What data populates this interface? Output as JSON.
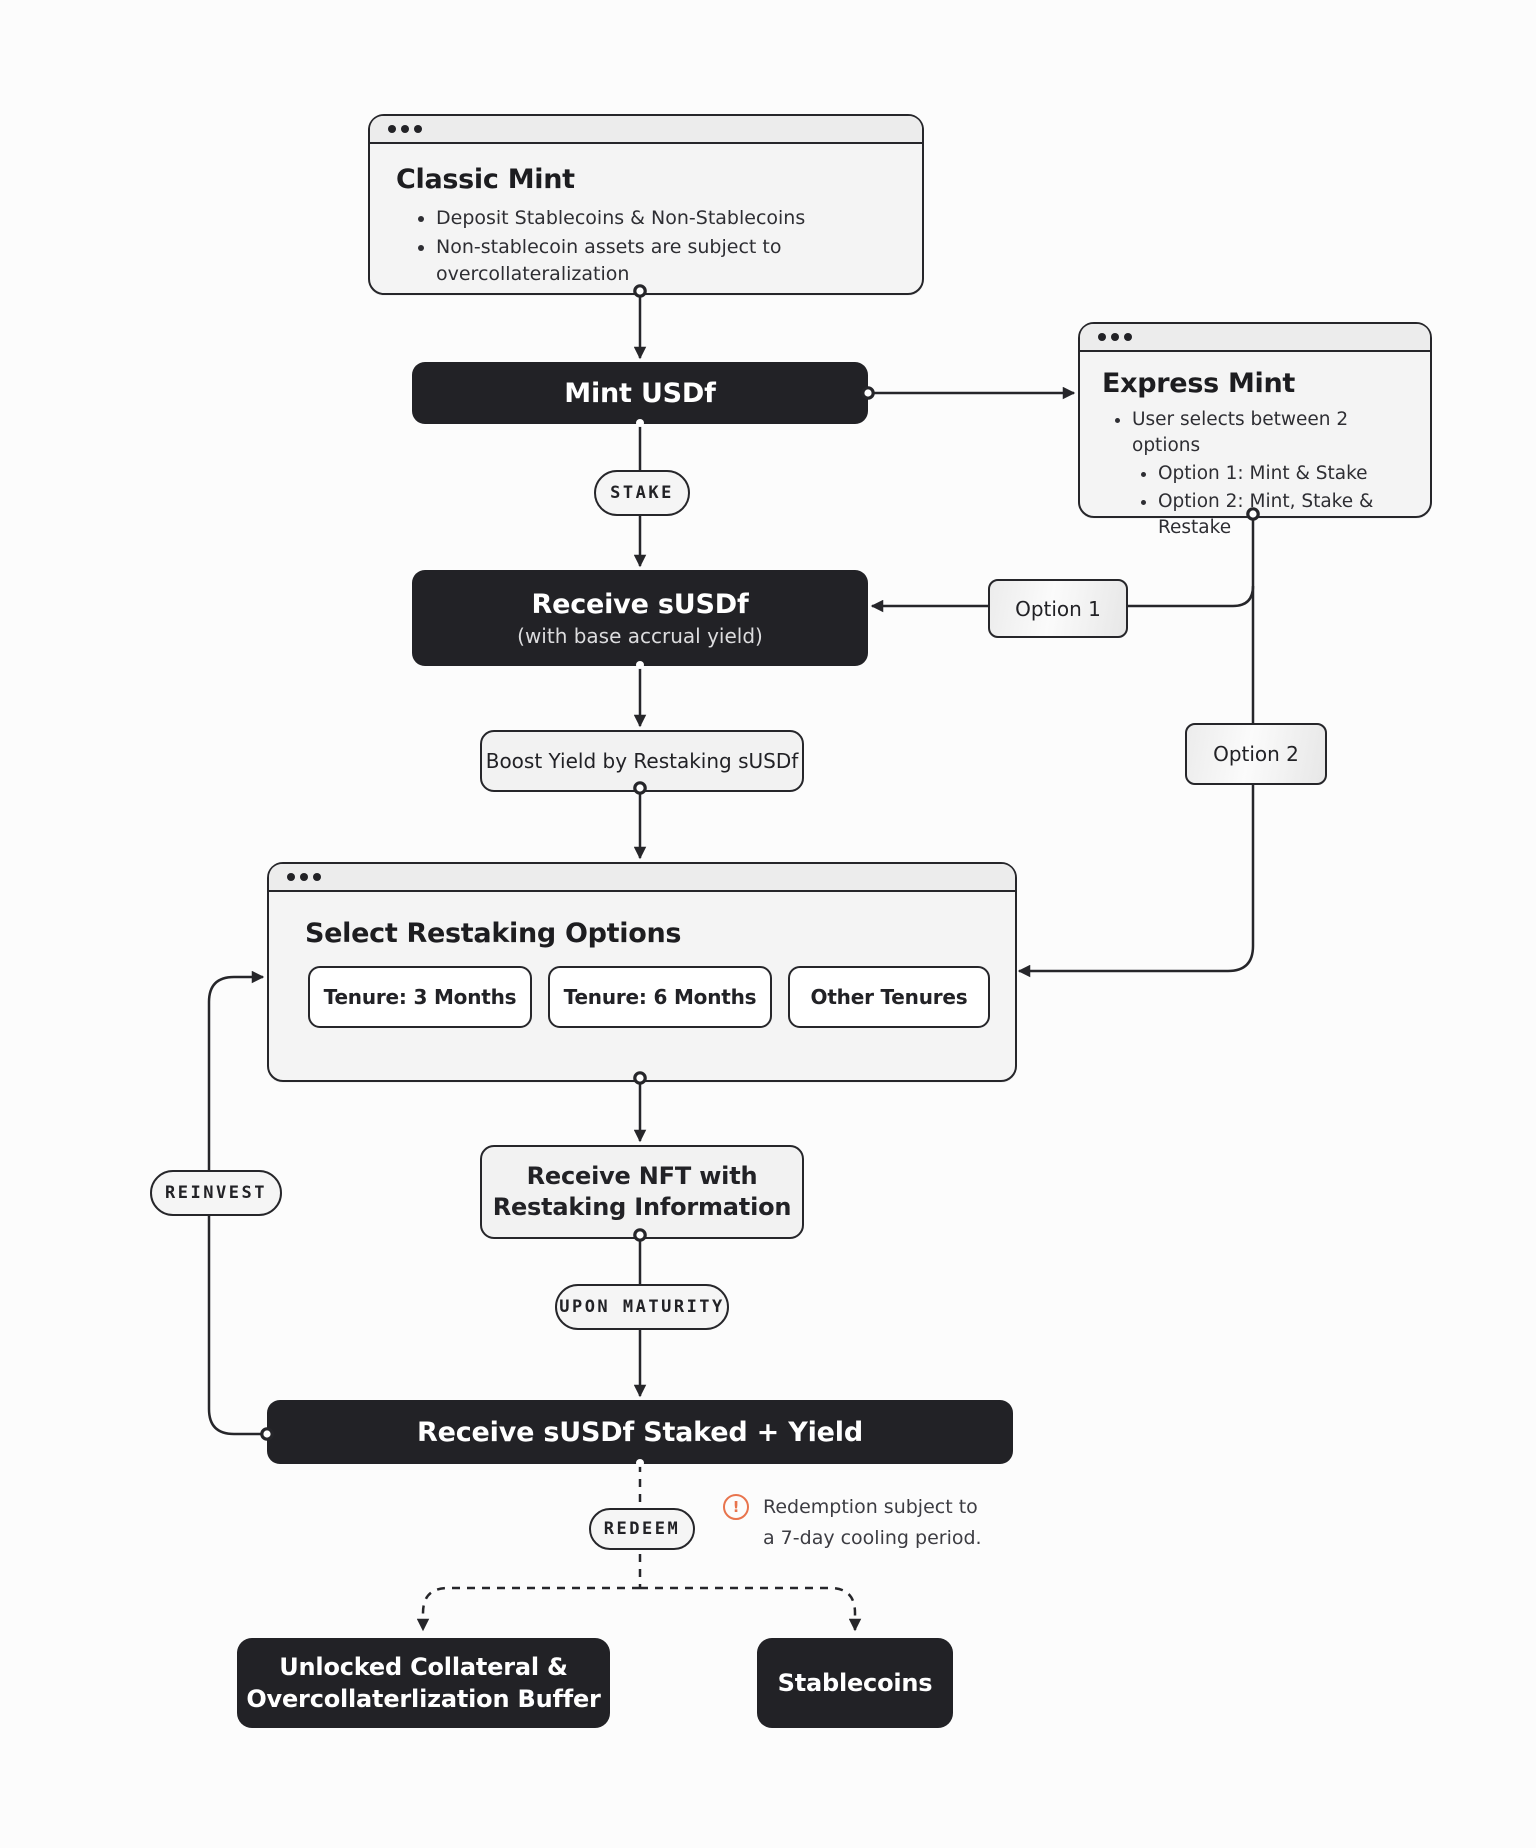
{
  "diagram": {
    "classic_mint": {
      "title": "Classic Mint",
      "bullets": [
        "Deposit Stablecoins & Non-Stablecoins",
        "Non-stablecoin assets are subject to overcollateralization"
      ]
    },
    "mint_usdf": {
      "label": "Mint USDf"
    },
    "express_mint": {
      "title": "Express Mint",
      "bullet": "User selects between 2 options",
      "sub_bullets": [
        "Option 1: Mint & Stake",
        "Option 2: Mint, Stake & Restake"
      ]
    },
    "stake_pill": "STAKE",
    "receive_susdf": {
      "title": "Receive sUSDf",
      "subtitle": "(with base accrual yield)"
    },
    "option1": "Option 1",
    "option2": "Option 2",
    "boost": "Boost Yield by Restaking sUSDf",
    "select_restaking": {
      "title": "Select Restaking Options",
      "options": [
        "Tenure: 3 Months",
        "Tenure: 6 Months",
        "Other Tenures"
      ]
    },
    "reinvest_pill": "REINVEST",
    "receive_nft": {
      "line1": "Receive NFT with",
      "line2": "Restaking Information"
    },
    "upon_maturity_pill": "UPON MATURITY",
    "staked_yield_bar": "Receive sUSDf Staked + Yield",
    "redeem_pill": "REDEEM",
    "note": {
      "icon_glyph": "!",
      "line1": "Redemption subject to",
      "line2": "a 7-day cooling period."
    },
    "unlocked_box": {
      "line1": "Unlocked Collateral &",
      "line2": "Overcollaterlization Buffer"
    },
    "stablecoins_box": "Stablecoins",
    "colors": {
      "dark_node": "#222226",
      "line": "#26262a",
      "warning_accent": "#e8744d",
      "window_bg": "#f4f4f4",
      "titlebar_bg": "#ececec"
    }
  }
}
